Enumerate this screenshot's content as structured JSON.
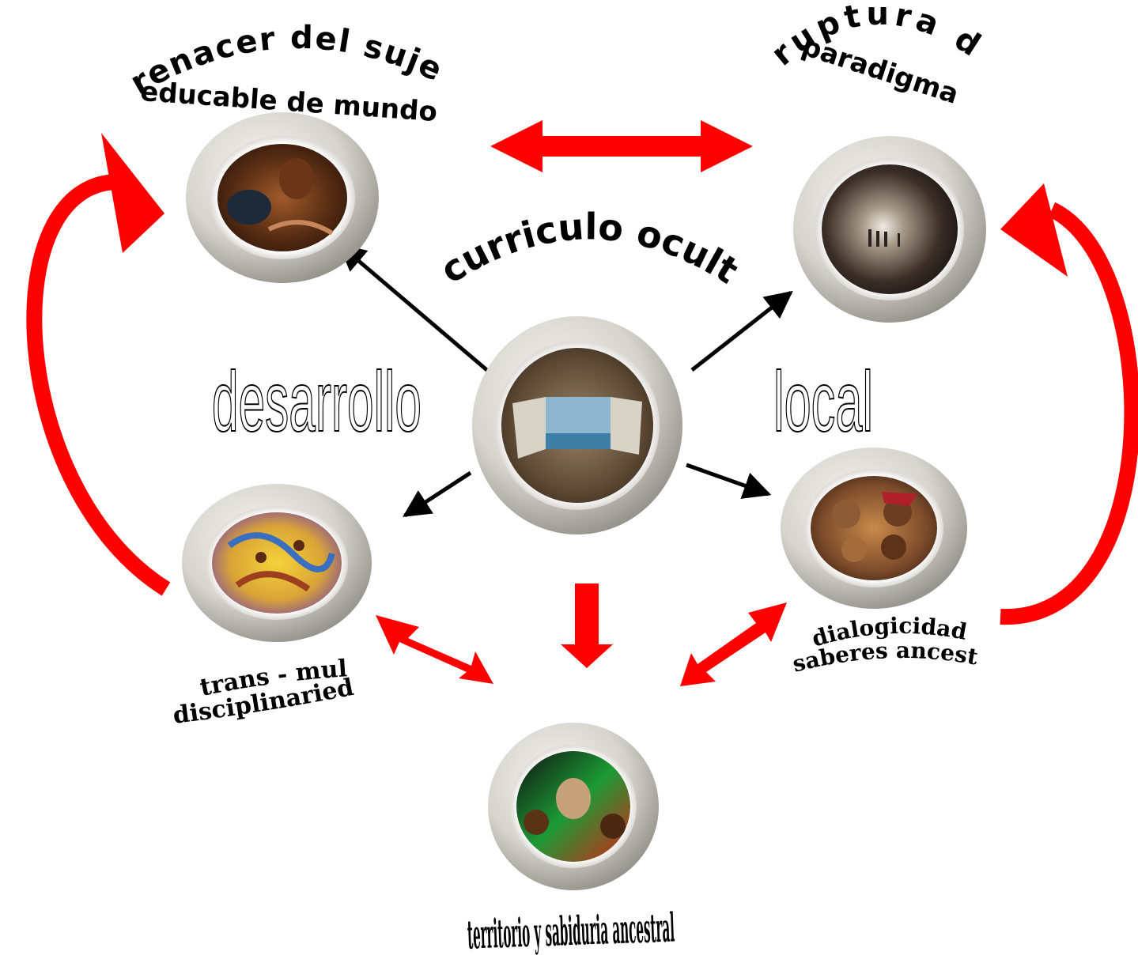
{
  "center": {
    "title": "curriculo oculto",
    "image_icon": "tree-window-icon"
  },
  "overlay_left": "desarrollo",
  "overlay_right": "local",
  "nodes": {
    "top_left": {
      "title_line1": "renacer del sujeto",
      "title_line2": "educable de mundo",
      "image_icon": "man-with-bowl-icon"
    },
    "top_right": {
      "title_line1": "ruptura de",
      "title_line2": "paradigma",
      "image_icon": "tunnel-people-icon"
    },
    "mid_left": {
      "title_line1": "trans - multi",
      "title_line2": "disciplinariedad",
      "image_icon": "dancers-painting-icon"
    },
    "mid_right": {
      "title_line1": "dialogicidad de",
      "title_line2": "saberes ancestrales",
      "image_icon": "ancestral-faces-icon"
    },
    "bottom": {
      "title": "territorio y sabiduria ancestral",
      "image_icon": "africa-leaders-icon"
    }
  },
  "colors": {
    "arrow_red": "#ff0000",
    "arrow_black": "#000000",
    "bezel_outer": "#b9b7b0",
    "bezel_inner": "#e4e2dc"
  }
}
